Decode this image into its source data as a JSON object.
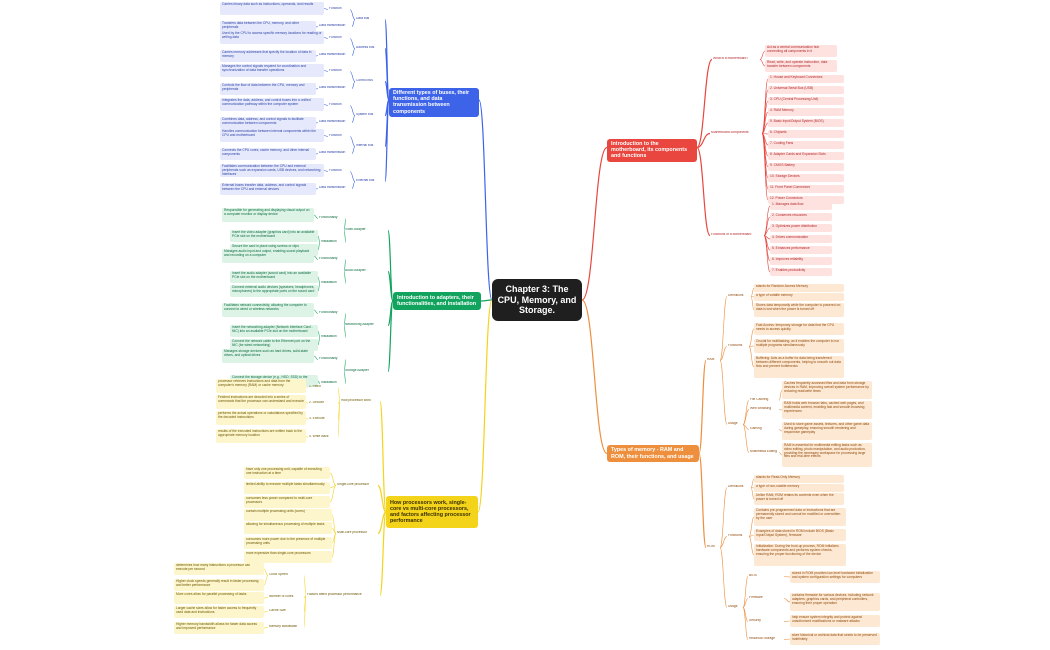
{
  "center": "Chapter 3: The CPU, Memory, and Storage.",
  "branches": {
    "buses": {
      "title": "Different types of buses, their functions, and data transmission between components",
      "data_bus": {
        "label": "Data bus",
        "function": "Function",
        "function_text": "Carries binary data such as instructions, operands, and results",
        "transmission": "Data transmission",
        "transmission_text": "Transfers data between the CPU, memory, and other peripherals"
      },
      "address_bus": {
        "label": "Address bus",
        "function": "Function",
        "function_text": "Used by the CPU to access specific memory locations for reading or writing data",
        "transmission": "Data transmission",
        "transmission_text": "Carries memory addresses that specify the location of data in memory"
      },
      "control_bus": {
        "label": "Control bus",
        "function": "Function",
        "function_text": "Manages the control signals required for coordination and synchronization of data transfer operations",
        "transmission": "Data transmission",
        "transmission_text": "Controls the flow of data between the CPU, memory and peripherals"
      },
      "system_bus": {
        "label": "System bus",
        "function": "Function",
        "function_text": "Integrates the data, address, and control buses into a unified communication pathway within the computer system",
        "transmission": "Data transmission",
        "transmission_text": "Combines data, address, and control signals to facilitate communication between components"
      },
      "internal_bus": {
        "label": "Internal bus",
        "function": "Function",
        "function_text": "Handles communication between internal components within the CPU and motherboard",
        "transmission": "Data transmission",
        "transmission_text": "Connects the CPU cores, cache memory, and other internal components"
      },
      "external_bus": {
        "label": "External bus",
        "function": "Function",
        "function_text": "Facilitates communication between the CPU and external peripherals such as expansion cards, USB devices, and networking interfaces",
        "transmission": "Data transmission",
        "transmission_text": "External buses transfer data, address, and control signals between the CPU and external devices"
      }
    },
    "adapters": {
      "title": "Introduction to adapters, their functionalities, and installation",
      "video": {
        "label": "Video Adapter",
        "functionality": "Functionality",
        "functionality_text": "Responsible for generating and displaying visual output on a computer monitor or display device",
        "installation": "Installation",
        "install_1": "Insert the video adapter (graphics card) into an available PCIe slot on the motherboard",
        "install_2": "Secure the card in place using screws or clips"
      },
      "audio": {
        "label": "Audio Adapter",
        "functionality": "Functionality",
        "functionality_text": "Manages audio input and output, enabling sound playback and recording on a computer",
        "installation": "Installation",
        "install_1": "Insert the audio adapter (sound card) into an available PCIe slot on the motherboard",
        "install_2": "Connect external audio devices (speakers, headphones, microphones) to the appropriate ports on the sound card"
      },
      "network": {
        "label": "Networking Adapter",
        "functionality": "Functionality",
        "functionality_text": "Facilitates network connectivity, allowing the computer to connect to wired or wireless networks",
        "installation": "Installation",
        "install_1": "Insert the networking adapter (Network Interface Card - NIC) into an available PCIe slot on the motherboard",
        "install_2": "Connect the network cable to the Ethernet port on the NIC (for wired networking)"
      },
      "storage": {
        "label": "Storage Adapter",
        "functionality": "Functionality",
        "functionality_text": "Manages storage devices such as hard drives, solid-state drives, and optical drives",
        "installation": "Installation",
        "install_1": "Connect the storage device (e.g., HDD, SSD) to the appropriate SATA ports on the motherboard"
      }
    },
    "processors": {
      "title": "How processors work, single-core vs multi-core processors, and factors affecting processor performance",
      "how_work": {
        "label": "How processor work",
        "steps": [
          {
            "label": "1.  Fetch",
            "text": "processor retrieves instructions and data from the computer's memory (RAM) or cache memory"
          },
          {
            "label": "2.  Decode",
            "text": "Fetched instructions are decoded into a series of commands that the processor can understand and execute"
          },
          {
            "label": "3.  Execute",
            "text": "performs the actual operations or calculations specified by the decoded instructions"
          },
          {
            "label": "4.  Write Back",
            "text": "results of the executed instructions are written back to the appropriate memory location"
          }
        ]
      },
      "single": {
        "label": "Single-core processor",
        "items": [
          "have only one processing unit, capable of executing one instruction at a time",
          "limited ability to execute multiple tasks simultaneously",
          "consumes less power compared to multi-core processors"
        ]
      },
      "multi": {
        "label": "Multi-core processor",
        "items": [
          "contain multiple processing units (cores)",
          "allowing for simultaneous processing of multiple tasks",
          "consumes more power due to the presence of multiple processing units",
          "more expensive than single-core processors"
        ]
      },
      "factors": {
        "label": "Factors affect processor performance",
        "items": [
          {
            "label": "Clock Speed",
            "texts": [
              "determines how many instructions a processor can execute per second",
              "Higher clock speeds generally result in faster processing and better performance"
            ]
          },
          {
            "label": "Number of cores",
            "texts": [
              "More cores allow for parallel processing of tasks"
            ]
          },
          {
            "label": "Cache Size",
            "texts": [
              "Larger cache sizes allow for faster access to frequently used data and instructions"
            ]
          },
          {
            "label": "Memory Bandwidth",
            "texts": [
              "Higher memory bandwidth allows for faster data access and improved performance"
            ]
          }
        ]
      }
    },
    "motherboard": {
      "title": "Introduction to the motherboard, its components and functions",
      "what": {
        "label": "What is a motherboard?",
        "items": [
          "Act as a central communication hub connecting all components in it",
          "Read, write, and operate instruction, data transfer between components"
        ]
      },
      "components": {
        "label": "Motherboard components",
        "items": [
          "1. House and Keyboard Connectors",
          "2. Universal Serial Bus (USB)",
          "3. CPU (Central Processing Unit)",
          "4. RAM Memory",
          "5. Basic Input/Output System (BIOS)",
          "6. Chipsets",
          "7. Cooling Fans",
          "8. Adapter Cards and Expansion Slots",
          "9. CMOS Battery",
          "10. Storage Devices",
          "11. Front Panel Connectors",
          "12. Power Connectors"
        ]
      },
      "functions": {
        "label": "Functions of a Motherboard",
        "items": [
          "1. Manages data flow",
          "2. Conserves resources",
          "3. Optimizes power distribution",
          "4. Drives communication",
          "5. Enhances performance",
          "6. Improves reliability",
          "7. Enables productivity"
        ]
      }
    },
    "memory": {
      "title": "Types of memory - RAM and ROM, their functions, and usage",
      "ram": {
        "label": "RAM",
        "definitions": {
          "label": "Definitions",
          "items": [
            "stands for Random Access Memory",
            "a type of volatile memory",
            "Stores data temporarily while the computer is powered on; data is lost when the power is turned off"
          ]
        },
        "functions": {
          "label": "Functions",
          "items": [
            "Fast Access: temporary storage for data that the CPU needs to access quickly",
            "Crucial for multitasking, as it enables the computer to run multiple programs simultaneously",
            "Buffering: Acts as a buffer for data being transferred between different components, helping to smooth out data flow and prevent bottlenecks"
          ]
        },
        "usage": {
          "label": "Usage",
          "items": [
            {
              "label": "File Caching",
              "text": "Caches frequently accessed files and data from storage devices in RAM, improving overall system performance by reducing read/write times"
            },
            {
              "label": "Web Browsing",
              "text": "RAM holds web browser tabs, cached web pages, and multimedia content, enabling fast and smooth browsing experiences"
            },
            {
              "label": "Gaming",
              "text": "Used to store game assets, textures, and other game data during gameplay, ensuring smooth rendering and responsive gameplay"
            },
            {
              "label": "Multimedia Editing",
              "text": "RAM is essential for multimedia editing tasks such as video editing, photo manipulation, and audio production, providing the necessary workspace for processing large files and real-time effects"
            }
          ]
        }
      },
      "rom": {
        "label": "ROM",
        "definitions": {
          "label": "Definitions",
          "items": [
            "stands for Read-Only Memory",
            "a type of non-volatile memory",
            "Unlike RAM, ROM retains its contents even when the power is turned off"
          ]
        },
        "functions": {
          "label": "Functions",
          "items": [
            "Contains pre-programmed data or instructions that are permanently stored and cannot be modified or overwritten by the user",
            "Examples of data stored in ROM include BIOS (Basic Input/Output System), firmware",
            "Initialization: During the boot-up process, ROM initializes hardware components and performs system checks, ensuring the proper functioning of the device"
          ]
        },
        "usage": {
          "label": "Usage",
          "items": [
            {
              "label": "BIOS",
              "text": "stored in ROM provides low-level hardware initialization and system configuration settings for computers"
            },
            {
              "label": "Firmware",
              "text": "contains firmware for various devices, including network adapters, graphics cards, and peripheral controllers, ensuring their proper operation"
            },
            {
              "label": "Security",
              "text": "help ensure system integrity and protect against unauthorized modifications or malware attacks"
            },
            {
              "label": "Historical Storage",
              "text": "store historical or archival data that needs to be preserved indefinitely"
            }
          ]
        }
      }
    }
  },
  "colors": {
    "blue": "#3d63e8",
    "red": "#e8463e",
    "green": "#12a35f",
    "orange": "#ee8f3e",
    "yellow": "#f4d31b",
    "center": "#1f1f1f"
  }
}
